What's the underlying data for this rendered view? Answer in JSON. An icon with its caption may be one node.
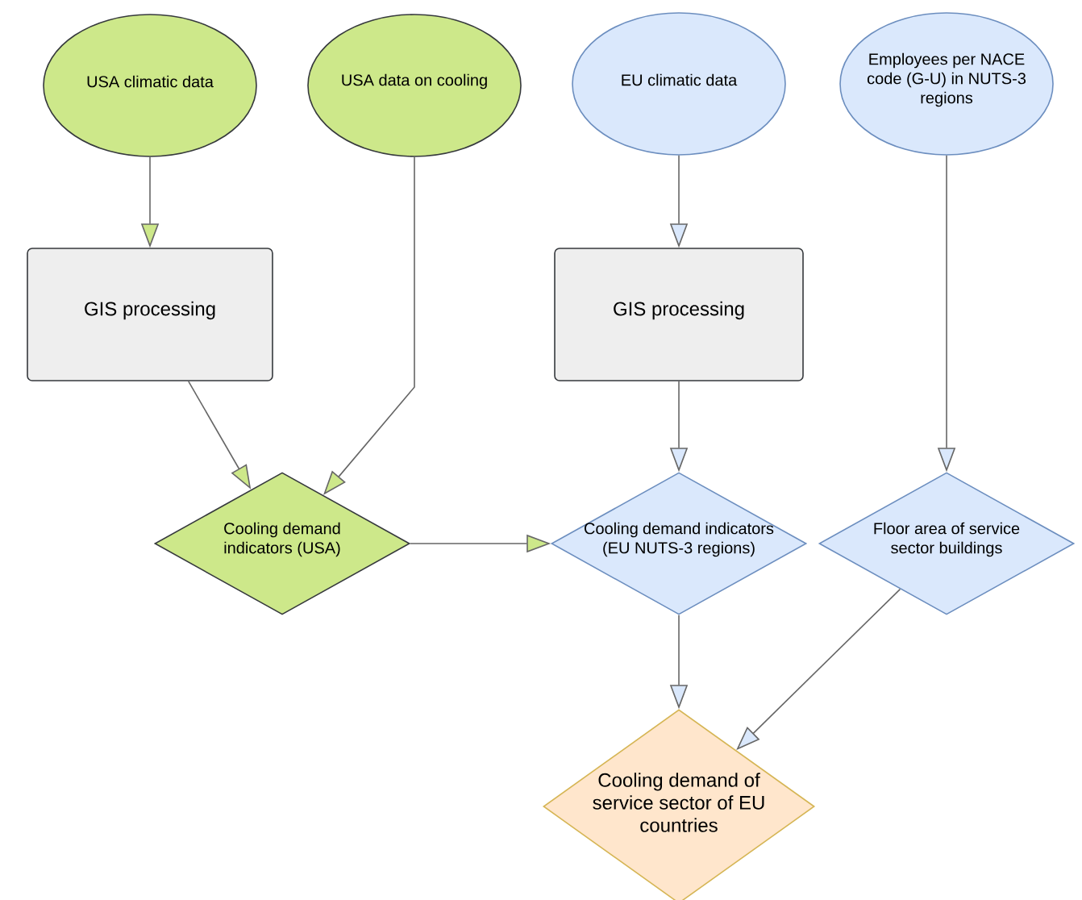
{
  "diagram": {
    "nodes": [
      {
        "text": [
          "USA climatic data"
        ]
      },
      {
        "text": [
          "USA data on cooling"
        ]
      },
      {
        "text": [
          "EU climatic data"
        ]
      },
      {
        "text": [
          "Employees per NACE code (G-U) in NUTS-3 regions"
        ]
      },
      {
        "text": [
          "GIS processing"
        ]
      },
      {
        "text": [
          "GIS processing"
        ]
      },
      {
        "text": [
          "Cooling demand indicators (USA)"
        ]
      },
      {
        "text": [
          "Cooling demand indicators (EU NUTS-3 regions)"
        ]
      },
      {
        "text": [
          "Floor area of service sector buildings"
        ]
      },
      {
        "text": [
          "Cooling demand of service sector of EU countries"
        ]
      }
    ],
    "edges": [
      {
        "from": 0,
        "to": 4,
        "arrow": "to"
      },
      {
        "from": 1,
        "to": 6,
        "arrow": "to"
      },
      {
        "from": 2,
        "to": 5,
        "arrow": "to"
      },
      {
        "from": 3,
        "to": 8,
        "arrow": "to"
      },
      {
        "from": 4,
        "to": 6,
        "arrow": "to"
      },
      {
        "from": 5,
        "to": 7,
        "arrow": "to"
      },
      {
        "from": 6,
        "to": 7,
        "arrow": "to"
      },
      {
        "from": 7,
        "to": 9,
        "arrow": "to"
      },
      {
        "from": 8,
        "to": 9,
        "arrow": "to"
      }
    ]
  }
}
